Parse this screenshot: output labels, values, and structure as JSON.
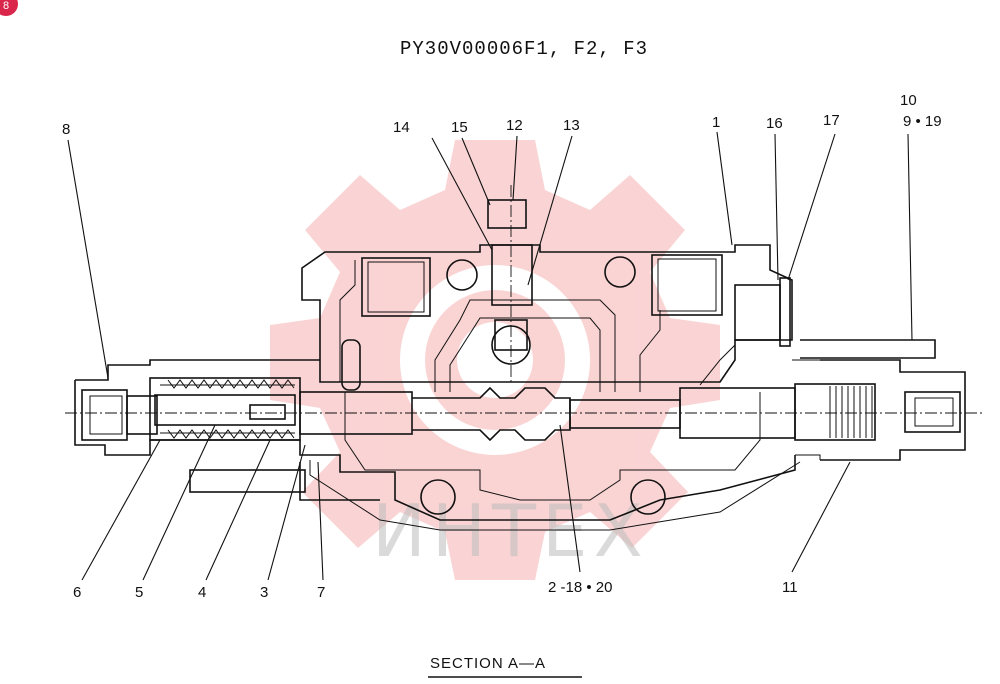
{
  "drawing_title": "PY30V00006F1, F2, F3",
  "section_caption": "SECTION  A—A",
  "watermark": {
    "text": "ИНТЕХ",
    "color": "#f4a0a0"
  },
  "corner_badge": {
    "text": "8",
    "color": "#d9264a"
  },
  "part_labels": {
    "p1": "1",
    "p2_18_20": "2 -18 • 20",
    "p3": "3",
    "p4": "4",
    "p5": "5",
    "p6": "6",
    "p7": "7",
    "p8": "8",
    "p9_19": "9 • 19",
    "p10": "10",
    "p11": "11",
    "p12": "12",
    "p13": "13",
    "p14": "14",
    "p15": "15",
    "p16": "16",
    "p17": "17"
  }
}
